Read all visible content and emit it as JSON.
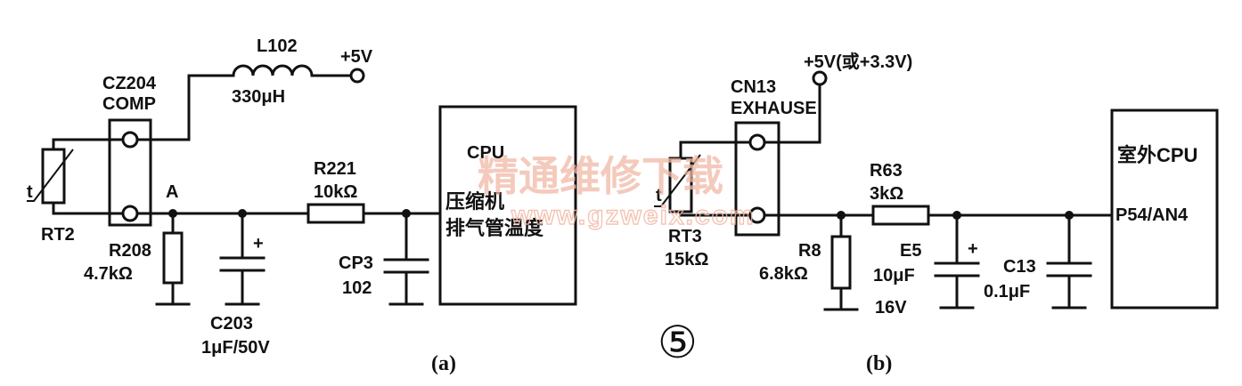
{
  "figure_number": "⑤",
  "watermark": {
    "text": "精通维修下载",
    "url": "www.gzweix.com"
  },
  "circuit_a": {
    "caption": "(a)",
    "inductor": {
      "ref": "L102",
      "value": "330μH"
    },
    "supply": "+5V",
    "connector": {
      "ref": "CZ204",
      "name": "COMP"
    },
    "thermistor": {
      "ref": "RT2",
      "symbol": "t"
    },
    "node": "A",
    "r208": {
      "ref": "R208",
      "value": "4.7kΩ"
    },
    "c203": {
      "ref": "C203",
      "value": "1μF/50V",
      "polarity": "+"
    },
    "r221": {
      "ref": "R221",
      "value": "10kΩ"
    },
    "cp3": {
      "ref": "CP3",
      "value": "102"
    },
    "cpu": {
      "line1": "CPU",
      "line2": "压缩机",
      "line3": "排气管温度"
    }
  },
  "circuit_b": {
    "caption": "(b)",
    "supply": "+5V(或+3.3V)",
    "connector": {
      "ref": "CN13",
      "name": "EXHAUSE"
    },
    "thermistor": {
      "ref": "RT3",
      "value": "15kΩ",
      "symbol": "t"
    },
    "r8": {
      "ref": "R8",
      "value": "6.8kΩ"
    },
    "r63": {
      "ref": "R63",
      "value": "3kΩ"
    },
    "e5": {
      "ref": "E5",
      "value": "10μF",
      "voltage": "16V",
      "polarity": "+"
    },
    "c13": {
      "ref": "C13",
      "value": "0.1μF"
    },
    "cpu": {
      "line1": "室外CPU",
      "line2": "P54/AN4"
    }
  }
}
